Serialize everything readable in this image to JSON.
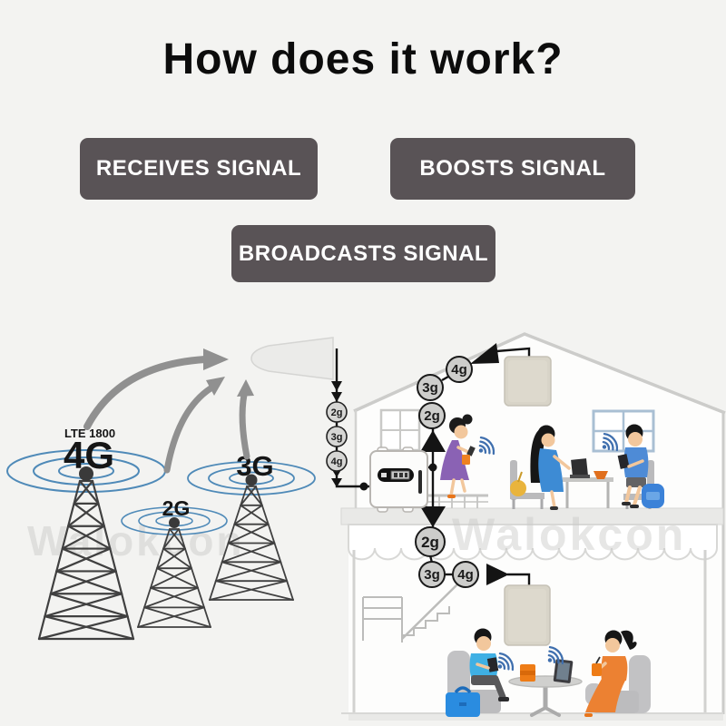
{
  "title": "How does it work?",
  "steps": [
    {
      "label": "RECEIVES SIGNAL"
    },
    {
      "label": "BOOSTS SIGNAL"
    },
    {
      "label": "BROADCASTS SIGNAL"
    }
  ],
  "towers": [
    {
      "label": "4G",
      "sublabel": "LTE 1800"
    },
    {
      "label": "2G"
    },
    {
      "label": "3G"
    }
  ],
  "chains": {
    "outdoor_cable": [
      "2g",
      "3g",
      "4g"
    ],
    "attic": [
      "2g",
      "3g",
      "4g"
    ],
    "ground": [
      "2g",
      "3g",
      "4g"
    ]
  },
  "watermark": "Walokcon",
  "colors": {
    "background": "#f3f3f1",
    "step_box": "#595356",
    "step_text": "#ffffff",
    "signal_rings": "#4f8ab8",
    "cable": "#141414",
    "arrow": "#909090",
    "wifi": "#3f6fae",
    "panel_antenna": "#d8d4c8"
  }
}
